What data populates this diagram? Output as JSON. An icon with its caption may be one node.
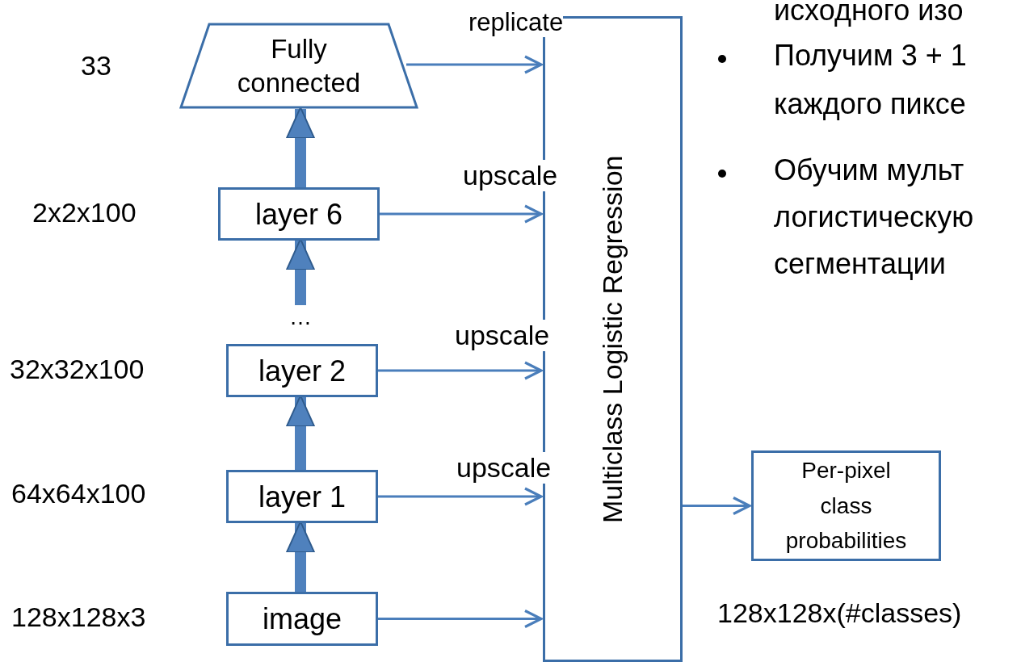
{
  "diagram": {
    "nodes": [
      {
        "text": [
          "Fully connected"
        ],
        "beside": [
          "33"
        ]
      },
      {
        "text": [
          "layer 6"
        ],
        "beside": [
          "2x2x100"
        ]
      },
      {
        "text": [
          "…"
        ]
      },
      {
        "text": [
          "layer 2"
        ],
        "beside": [
          "32x32x100"
        ]
      },
      {
        "text": [
          "layer 1"
        ],
        "beside": [
          "64x64x100"
        ]
      },
      {
        "text": [
          "image"
        ],
        "beside": [
          "128x128x3"
        ]
      },
      {
        "text": [
          "Multiclass Logistic Regression"
        ]
      },
      {
        "text": [
          "Per-pixel class probabilities"
        ],
        "beside": [
          "128x128x(#classes)"
        ]
      }
    ],
    "edges": [
      {
        "from": 5,
        "to": 4,
        "arrow": "to",
        "style": "thick"
      },
      {
        "from": 4,
        "to": 3,
        "arrow": "to",
        "style": "thick"
      },
      {
        "from": 2,
        "to": 1,
        "arrow": "to",
        "style": "thick"
      },
      {
        "from": 1,
        "to": 0,
        "arrow": "to",
        "style": "thick"
      },
      {
        "from": 0,
        "to": 6,
        "arrow": "to",
        "label": "replicate"
      },
      {
        "from": 1,
        "to": 6,
        "arrow": "to",
        "label": "upscale"
      },
      {
        "from": 3,
        "to": 6,
        "arrow": "to",
        "label": "upscale"
      },
      {
        "from": 4,
        "to": 6,
        "arrow": "to",
        "label": "upscale"
      },
      {
        "from": 5,
        "to": 6,
        "arrow": "to"
      },
      {
        "from": 6,
        "to": 7,
        "arrow": "to"
      }
    ],
    "labels": [
      "исходного изо",
      "Получим 3 + 1",
      "каждого пиксе",
      "Обучим мульт",
      "логистическую",
      "сегментации"
    ]
  }
}
